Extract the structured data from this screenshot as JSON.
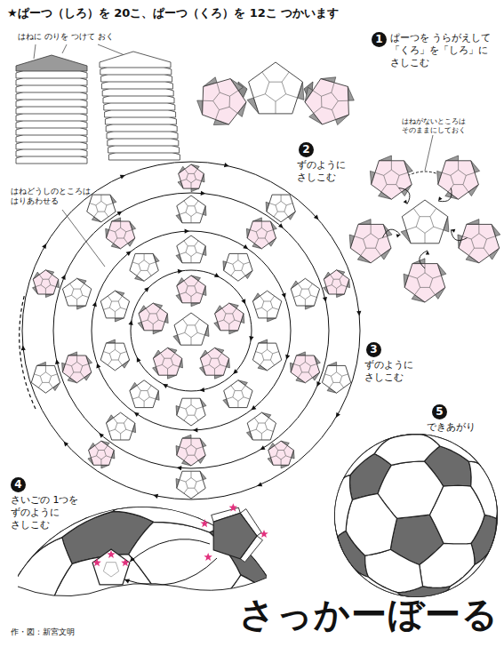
{
  "diagram": {
    "title": "さっかーぼーる",
    "labels": [
      "★ぱーつ（しろ）を 20こ、ぱーつ（くろ）を 12こ つかいます",
      "はねに のりを つけて おく",
      "1",
      "ぱーつを うらがえして 「くろ」を「しろ」に さしこむ",
      "はねがないところは そのままにしておく",
      "2",
      "ずのように さしこむ",
      "はねどうしのところは はりあわせる",
      "3",
      "ずのように さしこむ",
      "4",
      "さいごの 1つを ずのように さしこむ",
      "5",
      "できあがり",
      "作・図：新宮文明"
    ]
  }
}
